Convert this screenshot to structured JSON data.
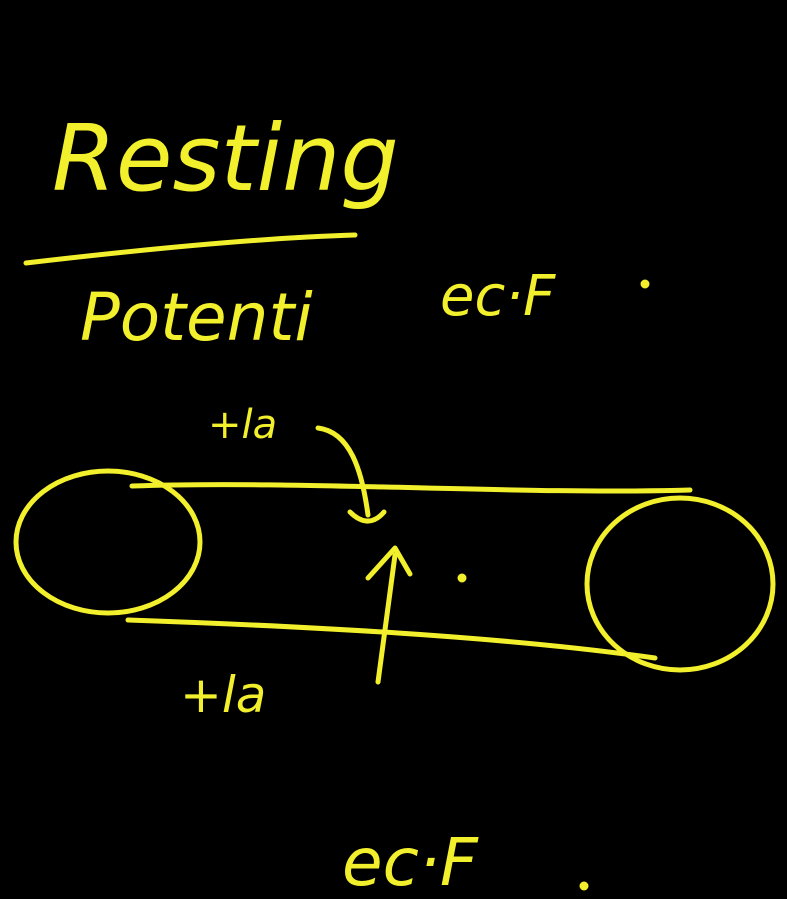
{
  "colors": {
    "background": "#000000",
    "ink": "#f2ef2c"
  },
  "title": "Resting",
  "subtitle": "Potenti",
  "notes": {
    "ecf_top": "ec·F",
    "ecf_bottom": "ec·F"
  },
  "labels": {
    "ion_top": "+la",
    "ion_bottom": "+la"
  }
}
